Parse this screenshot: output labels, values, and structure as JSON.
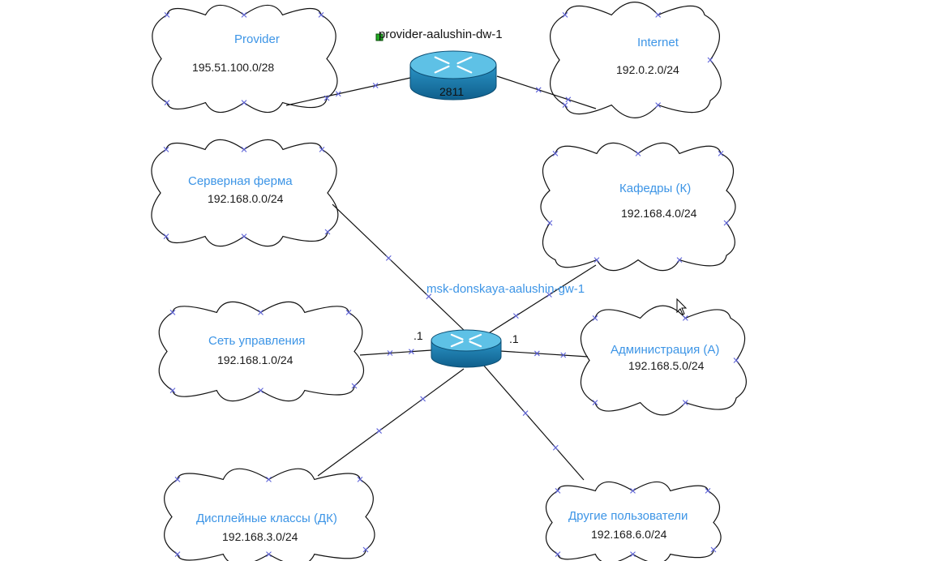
{
  "colors": {
    "cloud_stroke": "#111111",
    "link_stroke": "#111111",
    "x_mark": "#5b60d8",
    "title_text": "#3d95e6",
    "router_body": "#1a7fb0",
    "router_top": "#5ec1e6",
    "status_dot": "#22aa22"
  },
  "top_router": {
    "name": "provider-aalushin-dw-1",
    "model": "2811",
    "status_icon": "green-square-icon",
    "icon": "router-icon"
  },
  "core_router": {
    "name": "msk-donskaya-aalushin-gw-1",
    "icon": "router-icon",
    "iface_left": ".1",
    "iface_right": ".1"
  },
  "clouds": {
    "provider": {
      "title": "Provider",
      "network": "195.51.100.0/28",
      "icon": "cloud-icon"
    },
    "internet": {
      "title": "Internet",
      "network": "192.0.2.0/24",
      "icon": "cloud-icon"
    },
    "servers": {
      "title": "Серверная ферма",
      "network": "192.168.0.0/24",
      "icon": "cloud-icon"
    },
    "departments": {
      "title": "Кафедры (К)",
      "network": "192.168.4.0/24",
      "icon": "cloud-icon"
    },
    "management": {
      "title": "Сеть управления",
      "network": "192.168.1.0/24",
      "icon": "cloud-icon"
    },
    "administration": {
      "title": "Администрация (А)",
      "network": "192.168.5.0/24",
      "icon": "cloud-icon"
    },
    "display": {
      "title": "Дисплейные классы (ДК)",
      "network": "192.168.3.0/24",
      "icon": "cloud-icon"
    },
    "others": {
      "title": "Другие пользователи",
      "network": "192.168.6.0/24",
      "icon": "cloud-icon"
    }
  },
  "cursor": {
    "icon": "mouse-pointer-icon"
  }
}
